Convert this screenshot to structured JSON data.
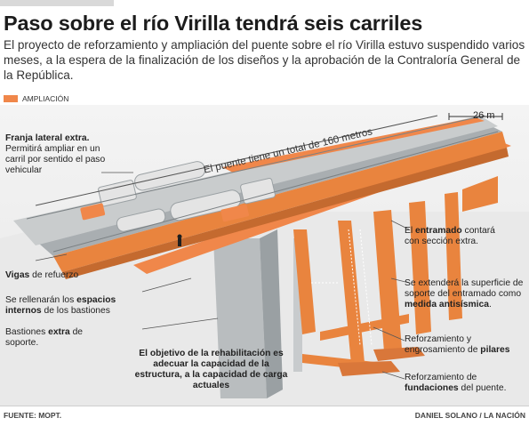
{
  "header": {
    "title": "Paso sobre el río Virilla tendrá seis carriles",
    "subtitle": "El proyecto de reforzamiento y ampliación del puente sobre el río Virilla estuvo suspendido varios meses, a la espera de la finalización de los diseños y la aprobación de la Contraloría General de la República."
  },
  "legend": {
    "label": "AMPLIACIÓN",
    "color": "#f0874a"
  },
  "measures": {
    "width": "26 m",
    "total": "El puente tiene un total de 160 metros"
  },
  "annotations": {
    "franja_title": "Franja lateral extra.",
    "franja_body": "Permitirá ampliar en un carril por sentido el paso vehicular",
    "vigas_bold": "Vigas",
    "vigas_rest": " de refuerzo",
    "rellenar_pre": "Se rellenarán los ",
    "rellenar_bold": "espacios internos",
    "rellenar_post": " de los bastiones",
    "bastiones_pre": "Bastiones ",
    "bastiones_bold": "extra",
    "bastiones_post": " de soporte.",
    "objetivo": "El objetivo de la rehabilitación es adecuar la capacidad de la estructura, a la capacidad de carga actuales",
    "entramado_pre": "El ",
    "entramado_bold": "entramado",
    "entramado_post": " contará con sección extra.",
    "superficie_pre": "Se extenderá la superficie de soporte del entramado como ",
    "superficie_bold": "medida antisísmica",
    "superficie_post": ".",
    "pilares_pre": "Reforzamiento y engrosamiento de ",
    "pilares_bold": "pilares",
    "fundaciones_pre": "Reforzamiento de ",
    "fundaciones_bold": "fundaciones",
    "fundaciones_post": " del puente."
  },
  "footer": {
    "source": "FUENTE: MOPT.",
    "credit": "DANIEL SOLANO / LA NACIÓN"
  },
  "colors": {
    "orange": "#f0874a",
    "deck": "#bfc3c5",
    "steel": "#9aa0a3",
    "dark": "#6f767a"
  }
}
